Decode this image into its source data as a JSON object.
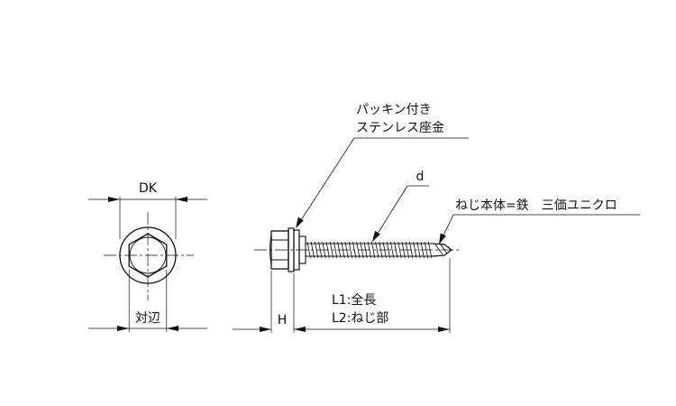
{
  "diagram": {
    "title": "",
    "labels": {
      "dk": "DK",
      "across_flats": "対辺",
      "washer_line1": "パッキン付き",
      "washer_line2": "ステンレス座金",
      "thread_dia": "d",
      "material": "ねじ本体=鉄　三価ユニクロ",
      "head_height": "H",
      "l1": "L1:全長",
      "l2": "L2:ねじ部"
    }
  },
  "colors": {
    "line": "#111111",
    "background": "#ffffff"
  }
}
